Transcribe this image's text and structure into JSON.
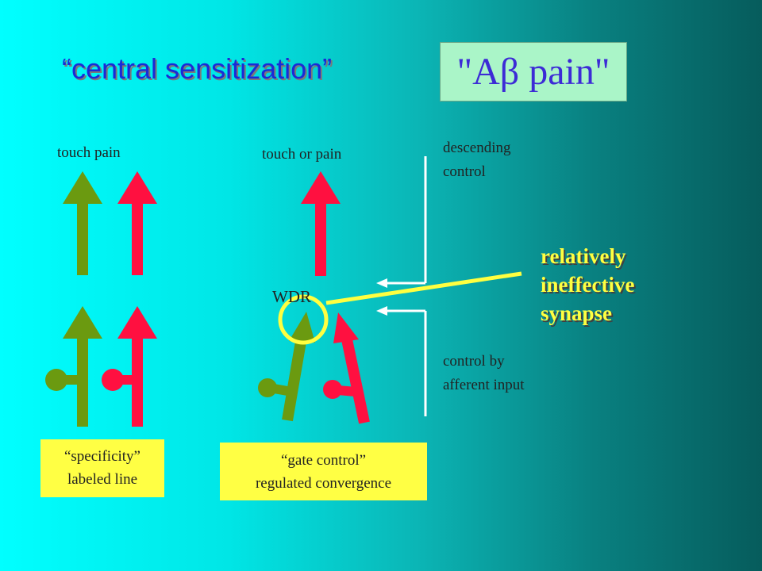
{
  "title": "“central sensitization”",
  "abeta": "\"Aβ pain\"",
  "labels": {
    "touch_pain": "touch  pain",
    "touch_or_pain": "touch or pain",
    "descending_1": "descending",
    "descending_2": "control",
    "afferent_1": "control by",
    "afferent_2": "afferent input",
    "wdr": "WDR"
  },
  "callout": {
    "line1": "relatively",
    "line2": "ineffective",
    "line3": "synapse"
  },
  "boxes": {
    "specificity_1": "“specificity”",
    "specificity_2": "labeled line",
    "gate_1": "“gate control”",
    "gate_2": "regulated convergence"
  },
  "colors": {
    "touch": "#6b9a10",
    "pain": "#ff1040",
    "callout": "#ffff40",
    "title": "#1a2ad6"
  }
}
